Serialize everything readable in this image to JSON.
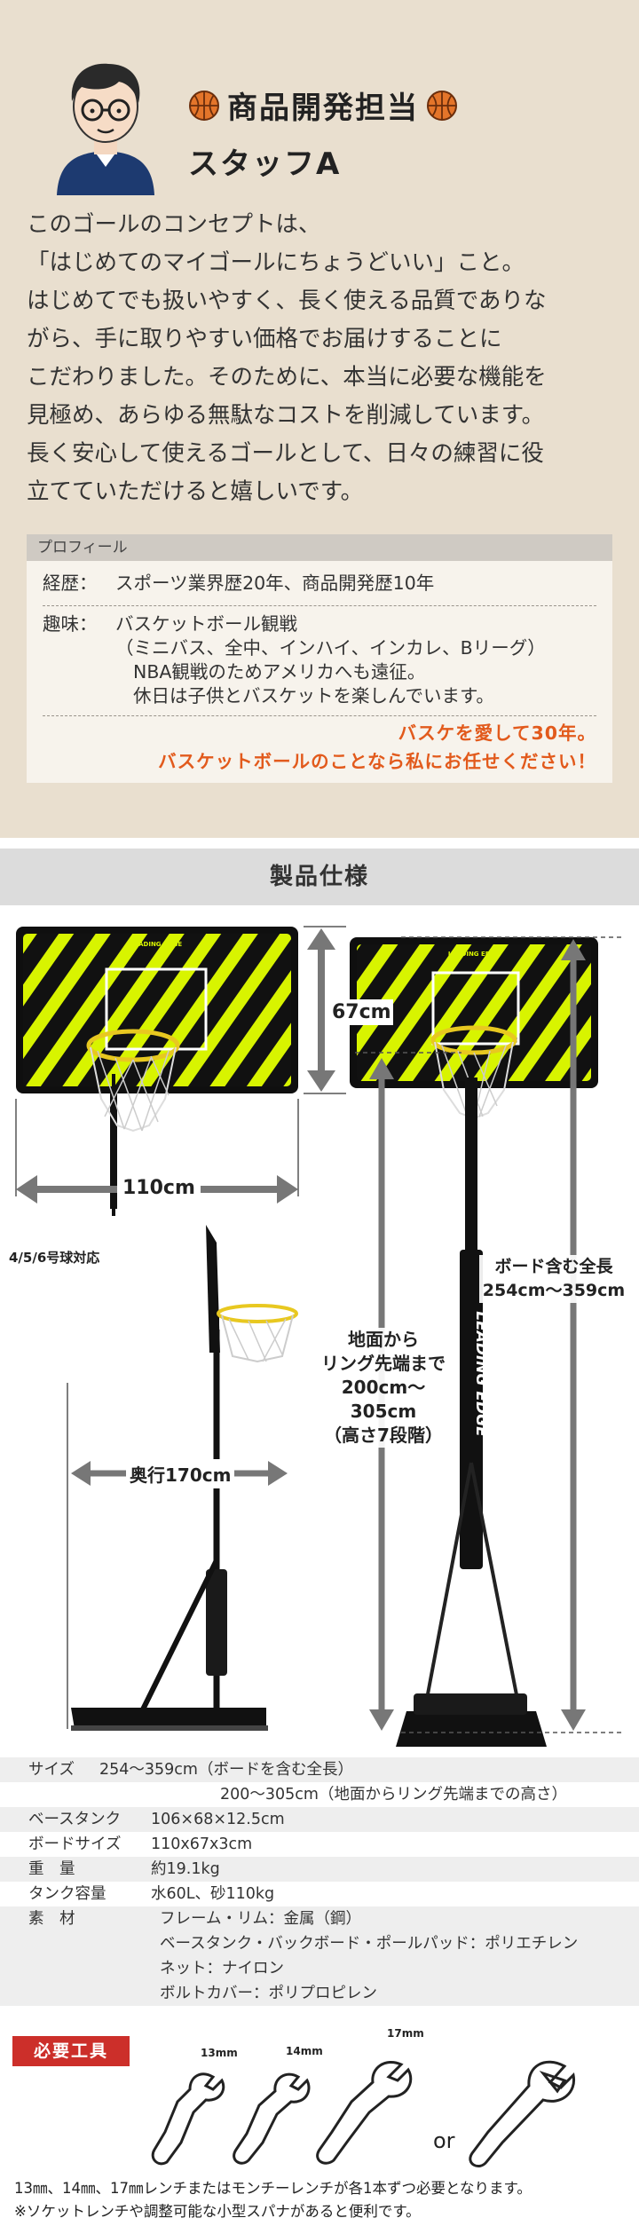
{
  "staff": {
    "title": "商品開発担当",
    "name": "スタッフA",
    "intro_lines": [
      "このゴールのコンセプトは、",
      "「はじめてのマイゴールにちょうどいい」こと。",
      "はじめてでも扱いやすく、長く使える品質でありな",
      "がら、手に取りやすい価格でお届けすることに",
      "こだわりました。そのために、本当に必要な機能を",
      "見極め、あらゆる無駄なコストを削減しています。",
      "長く安心して使えるゴールとして、日々の練習に役",
      "立てていただけると嬉しいです。"
    ]
  },
  "profile": {
    "header": "プロフィール",
    "career_label": "経歴：",
    "career_value": "スポーツ業界歴20年、商品開発歴10年",
    "hobby_label": "趣味：",
    "hobby_lines": [
      "バスケットボール観戦",
      "（ミニバス、全中、インハイ、インカレ、Bリーグ）",
      "NBA観戦のためアメリカへも遠征。",
      "休日は子供とバスケットを楽しんでいます。"
    ],
    "promo_lines": [
      "バスケを愛して30年。",
      "バスケットボールのことなら私にお任せください！"
    ]
  },
  "spec": {
    "heading": "製品仕様",
    "board_brand": "LEADING EDGE",
    "pole_brand": "LEADING EDGE",
    "board_height": "67cm",
    "board_width": "110cm",
    "ball_sizes": "4/5/6号球対応",
    "depth": "奥行170cm",
    "ring_height_lines": [
      "地面から",
      "リング先端まで",
      "200cm〜305cm",
      "（高さ7段階）"
    ],
    "total_height_lines": [
      "ボード含む全長",
      "254cm〜359cm"
    ]
  },
  "spec_table": [
    {
      "key": "サイズ",
      "value": "254〜359cm（ボードを含む全長）"
    },
    {
      "key": "",
      "value": "200〜305cm（地面からリング先端までの高さ）"
    },
    {
      "key": "ベースタンク",
      "value": "106×68×12.5cm"
    },
    {
      "key": "ボードサイズ",
      "value": "110x67x3cm"
    },
    {
      "key": "重　量",
      "value": "約19.1kg"
    },
    {
      "key": "タンク容量",
      "value": "水60L、砂110kg"
    },
    {
      "key": "素　材",
      "value": "フレーム・リム：金属（鋼）"
    },
    {
      "key": "",
      "value": "ベースタンク・バックボード・ポールパッド：ポリエチレン"
    },
    {
      "key": "",
      "value": "ネット：ナイロン"
    },
    {
      "key": "",
      "value": "ボルトカバー：ポリプロピレン"
    }
  ],
  "tools": {
    "badge": "必要工具",
    "sizes": [
      "13mm",
      "14mm",
      "17mm"
    ],
    "or": "or",
    "note_lines": [
      "13㎜、14㎜、17㎜レンチまたはモンチーレンチが各1本ずつ必要となります。",
      "※ソケットレンチや調整可能な小型スパナがあると便利です。"
    ]
  },
  "colors": {
    "staff_bg": "#e9dfcf",
    "accent_orange": "#e25a1c",
    "tool_badge": "#cc2f2a",
    "board_stripe": "#d8f400"
  }
}
